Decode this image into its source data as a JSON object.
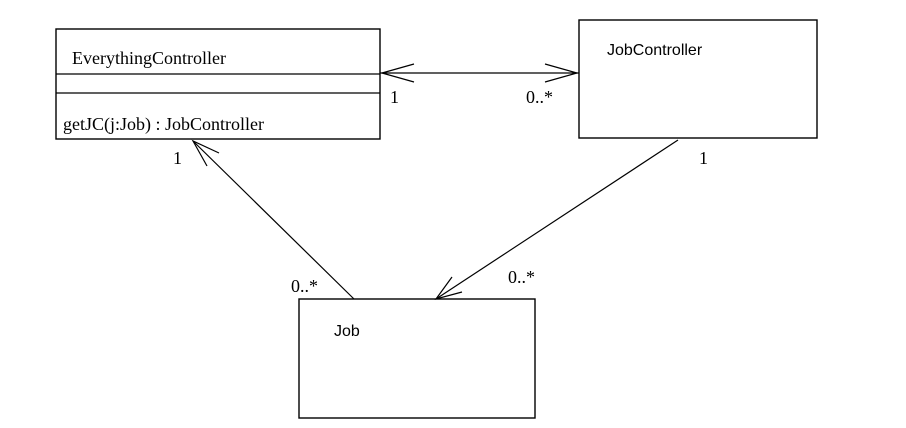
{
  "classes": {
    "everything_controller": {
      "name": "EverythingController",
      "attributes": "",
      "operation": "getJC(j:Job) : JobController"
    },
    "job_controller": {
      "name": "JobController"
    },
    "job": {
      "name": "Job"
    }
  },
  "associations": {
    "ec_jc": {
      "ec_end": "1",
      "jc_end": "0..*",
      "navigable": "both"
    },
    "ec_job": {
      "ec_end": "1",
      "job_end": "0..*",
      "navigable": "to-EverythingController"
    },
    "jc_job": {
      "jc_end": "1",
      "job_end": "0..*",
      "navigable": "to-Job"
    }
  }
}
